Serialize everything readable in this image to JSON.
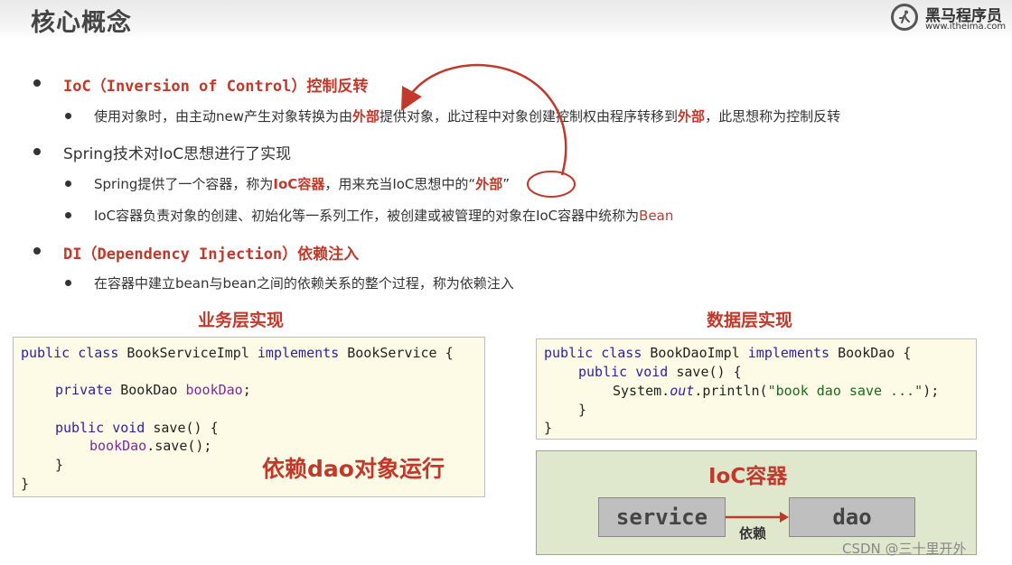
{
  "header": {
    "title": "核心概念",
    "logo_name": "黑马程序员",
    "logo_url": "www.itheima.com"
  },
  "bullets": {
    "ioc": {
      "label": "IoC（Inversion of Control）控制反转",
      "sub": {
        "part1": "使用对象时，由主动new产生对象转换为由",
        "highlight1": "外部",
        "part2": "提供对象，此过程中对象创建控制权由程序转移到",
        "highlight2": "外部",
        "part3": "，此思想称为控制反转"
      }
    },
    "spring": {
      "label": "Spring技术对IoC思想进行了实现",
      "sub1": {
        "part1": "Spring提供了一个容器，称为",
        "highlight1": "IoC容器",
        "part2": "，用来充当IoC思想中的“",
        "highlight2": "外部",
        "part3": "”"
      },
      "sub2": {
        "part1": "IoC容器负责对象的创建、初始化等一系列工作，被创建或被管理的对象在IoC容器中统称为",
        "highlight1": "Bean"
      }
    },
    "di": {
      "label": "DI（Dependency Injection）依赖注入",
      "sub": "在容器中建立bean与bean之间的依赖关系的整个过程，称为依赖注入"
    }
  },
  "service_panel": {
    "title": "业务层实现",
    "note": "依赖dao对象运行",
    "code": {
      "l1_kw": "public class ",
      "l1_name": "BookServiceImpl ",
      "l1_kw2": "implements ",
      "l1_iface": "BookService {",
      "l2_kw": "private ",
      "l2_type": "BookDao ",
      "l2_field": "bookDao",
      "l2_end": ";",
      "l3_kw": "public void ",
      "l3_rest": "save() {",
      "l4_field": "bookDao",
      "l4_rest": ".save();",
      "l5": "}",
      "l6": "}"
    }
  },
  "dao_panel": {
    "title": "数据层实现",
    "code": {
      "l1_kw": "public class ",
      "l1_name": "BookDaoImpl ",
      "l1_kw2": "implements ",
      "l1_iface": "BookDao {",
      "l2_kw": "public void ",
      "l2_rest": "save() {",
      "l3_a": "System.",
      "l3_out": "out",
      "l3_b": ".println(",
      "l3_str": "\"book dao save ...\"",
      "l3_c": ");",
      "l4": "}",
      "l5": "}"
    }
  },
  "ioc_container": {
    "title": "IoC容器",
    "service_label": "service",
    "dao_label": "dao",
    "arrow_label": "依赖"
  },
  "watermark": "CSDN @三十里开外",
  "colors": {
    "accent_red": "#c0392b",
    "code_bg": "#fdfbe6",
    "container_bg": "#dfe7cc",
    "keyword": "#2a1fa6"
  }
}
